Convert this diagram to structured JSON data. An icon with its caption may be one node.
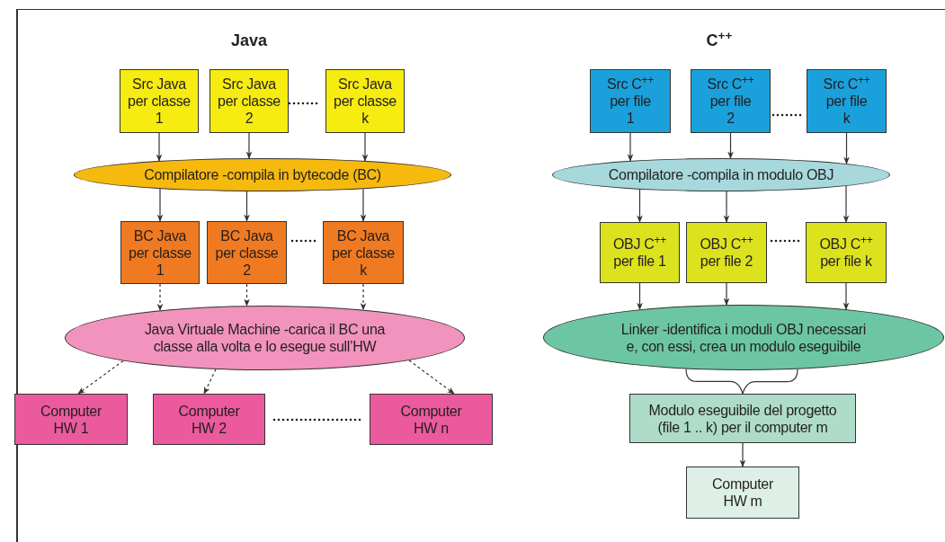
{
  "diagram": {
    "nodes": [
      {
        "text": [
          "Src Java per classe 1"
        ]
      },
      {
        "text": [
          "Src Java per classe 2"
        ]
      },
      {
        "text": [
          "Src Java per classe k"
        ]
      },
      {
        "text": [
          "Compilatore -compila in bytecode (BC)"
        ]
      },
      {
        "text": [
          "BC Java per classe 1"
        ]
      },
      {
        "text": [
          "BC Java per classe 2"
        ]
      },
      {
        "text": [
          "BC Java per classe k"
        ]
      },
      {
        "text": [
          "Java Virtuale Machine -carica il BC una classe alla volta e lo esegue sull’HW"
        ]
      },
      {
        "text": [
          "Computer HW 1"
        ]
      },
      {
        "text": [
          "Computer HW 2"
        ]
      },
      {
        "text": [
          "Computer HW n"
        ]
      },
      {
        "text": [
          "Src C$^{++}$ per file 1"
        ]
      },
      {
        "text": [
          "Src C$^{++}$ per file 2"
        ]
      },
      {
        "text": [
          "Src C$^{++}$ per file k"
        ]
      },
      {
        "text": [
          "Compilatore -compila in modulo OBJ"
        ]
      },
      {
        "text": [
          "OBJ C$^{++}$ per file 1"
        ]
      },
      {
        "text": [
          "OBJ C$^{++}$ per file 2"
        ]
      },
      {
        "text": [
          "OBJ C$^{++}$ per file k"
        ]
      },
      {
        "text": [
          "Linker -identifica i moduli OBJ necessari e, con essi, crea un modulo eseguibile"
        ]
      },
      {
        "text": [
          "Modulo eseguibile del progetto (file 1 .. k) per il computer m"
        ]
      },
      {
        "text": [
          "Computer HW m"
        ]
      }
    ],
    "edges": [
      {
        "from": 0,
        "to": 3,
        "arrow": "to"
      },
      {
        "from": 1,
        "to": 3,
        "arrow": "to"
      },
      {
        "from": 2,
        "to": 3,
        "arrow": "to"
      },
      {
        "from": 3,
        "to": 4,
        "arrow": "to"
      },
      {
        "from": 3,
        "to": 5,
        "arrow": "to"
      },
      {
        "from": 3,
        "to": 6,
        "arrow": "to"
      },
      {
        "from": 4,
        "to": 7,
        "arrow": "to",
        "style": "dashed"
      },
      {
        "from": 5,
        "to": 7,
        "arrow": "to",
        "style": "dashed"
      },
      {
        "from": 6,
        "to": 7,
        "arrow": "to",
        "style": "dashed"
      },
      {
        "from": 7,
        "to": 8,
        "arrow": "to",
        "style": "dashed"
      },
      {
        "from": 7,
        "to": 9,
        "arrow": "to",
        "style": "dashed"
      },
      {
        "from": 7,
        "to": 10,
        "arrow": "to",
        "style": "dashed"
      },
      {
        "from": 11,
        "to": 14,
        "arrow": "to"
      },
      {
        "from": 12,
        "to": 14,
        "arrow": "to"
      },
      {
        "from": 13,
        "to": 14,
        "arrow": "to"
      },
      {
        "from": 14,
        "to": 15,
        "arrow": "to"
      },
      {
        "from": 14,
        "to": 16,
        "arrow": "to"
      },
      {
        "from": 14,
        "to": 17,
        "arrow": "to"
      },
      {
        "from": 15,
        "to": 18,
        "arrow": "to"
      },
      {
        "from": 16,
        "to": 18,
        "arrow": "to"
      },
      {
        "from": 17,
        "to": 18,
        "arrow": "to"
      },
      {
        "from": 18,
        "to": 19,
        "arrow": "none"
      },
      {
        "from": 19,
        "to": 20,
        "arrow": "to"
      }
    ],
    "labels": [
      "Java",
      "C$^{++}$"
    ]
  }
}
